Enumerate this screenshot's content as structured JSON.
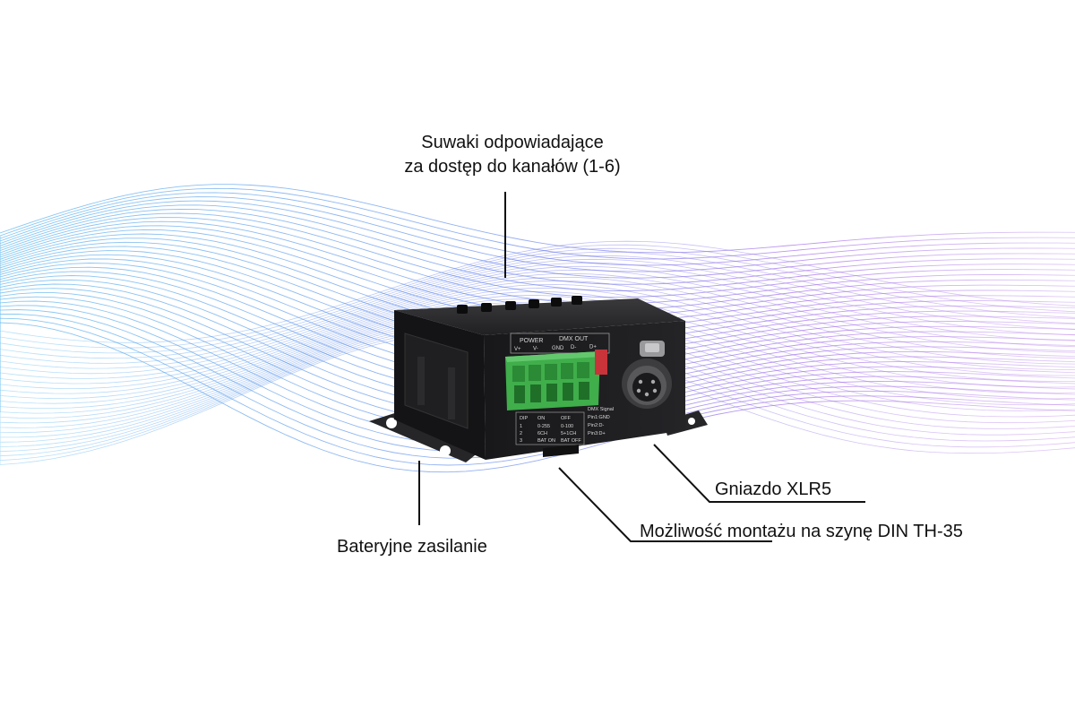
{
  "callouts": {
    "sliders_line1": "Suwaki odpowiadające",
    "sliders_line2": "za dostęp do kanałów (1-6)",
    "battery": "Bateryjne zasilanie",
    "xlr": "Gniazdo XLR5",
    "din": "Możliwość montażu na szynę DIN TH-35"
  },
  "device": {
    "label_power": "POWER",
    "label_dmx_out": "DMX OUT",
    "terminal_labels": [
      "V+",
      "V-",
      "GND",
      "D-",
      "D+"
    ],
    "dip_table": {
      "headers": [
        "DIP",
        "ON",
        "OFF"
      ],
      "rows": [
        [
          "1",
          "0-255",
          "0-100"
        ],
        [
          "2",
          "6CH",
          "5+1CH"
        ],
        [
          "3",
          "BAT ON",
          "BAT OFF"
        ]
      ]
    },
    "dmx_signal": [
      "DMX Signal",
      "Pin1:GND",
      "Pin2:D-",
      "Pin3:D+"
    ]
  },
  "colors": {
    "wave_blue": "#2f8fe0",
    "wave_purple": "#9b3ee0",
    "device_body": "#1c1c1e",
    "terminal_green": "#3fae4b"
  }
}
